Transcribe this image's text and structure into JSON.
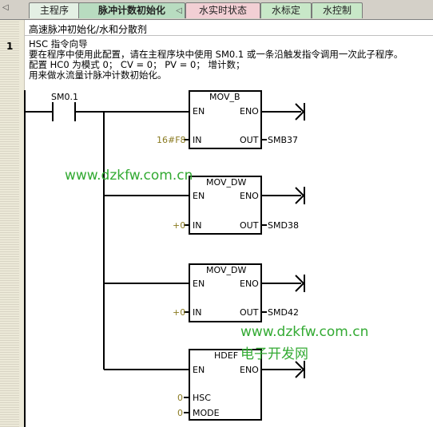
{
  "tabs": [
    {
      "label": "主程序",
      "bg": "#e4f0e4"
    },
    {
      "label": "脉冲计数初始化",
      "bg": "#b8dcc0",
      "active": true
    },
    {
      "label": "水实时状态",
      "bg": "#f2cfd4"
    },
    {
      "label": "水标定",
      "bg": "#c8e8c8"
    },
    {
      "label": "水控制",
      "bg": "#c8e8c8"
    }
  ],
  "title": "高速脉冲初始化/水和分散剂",
  "network_number": "1",
  "comment": [
    "HSC 指令向导",
    "要在程序中使用此配置，请在主程序块中使用 SM0.1 或一条沿触发指令调用一次此子程序。",
    "配置 HC0 为模式 0； CV = 0； PV = 0； 增计数；",
    "用来做水流量计脉冲计数初始化。"
  ],
  "contact": "SM0.1",
  "blocks": [
    {
      "name": "MOV_B",
      "en": "EN",
      "eno": "ENO",
      "in_label": "IN",
      "in_value": "16#F8",
      "out_label": "OUT",
      "out_value": "SMB37"
    },
    {
      "name": "MOV_DW",
      "en": "EN",
      "eno": "ENO",
      "in_label": "IN",
      "in_value": "+0",
      "out_label": "OUT",
      "out_value": "SMD38"
    },
    {
      "name": "MOV_DW",
      "en": "EN",
      "eno": "ENO",
      "in_label": "IN",
      "in_value": "+0",
      "out_label": "OUT",
      "out_value": "SMD42"
    },
    {
      "name": "HDEF",
      "en": "EN",
      "eno": "ENO",
      "in_label": "HSC",
      "in_value": "0",
      "in2_label": "MODE",
      "in2_value": "0"
    }
  ],
  "watermarks": [
    "www.dzkfw.com.cn",
    "www.dzkfw.com.cn",
    "电子开发网"
  ]
}
